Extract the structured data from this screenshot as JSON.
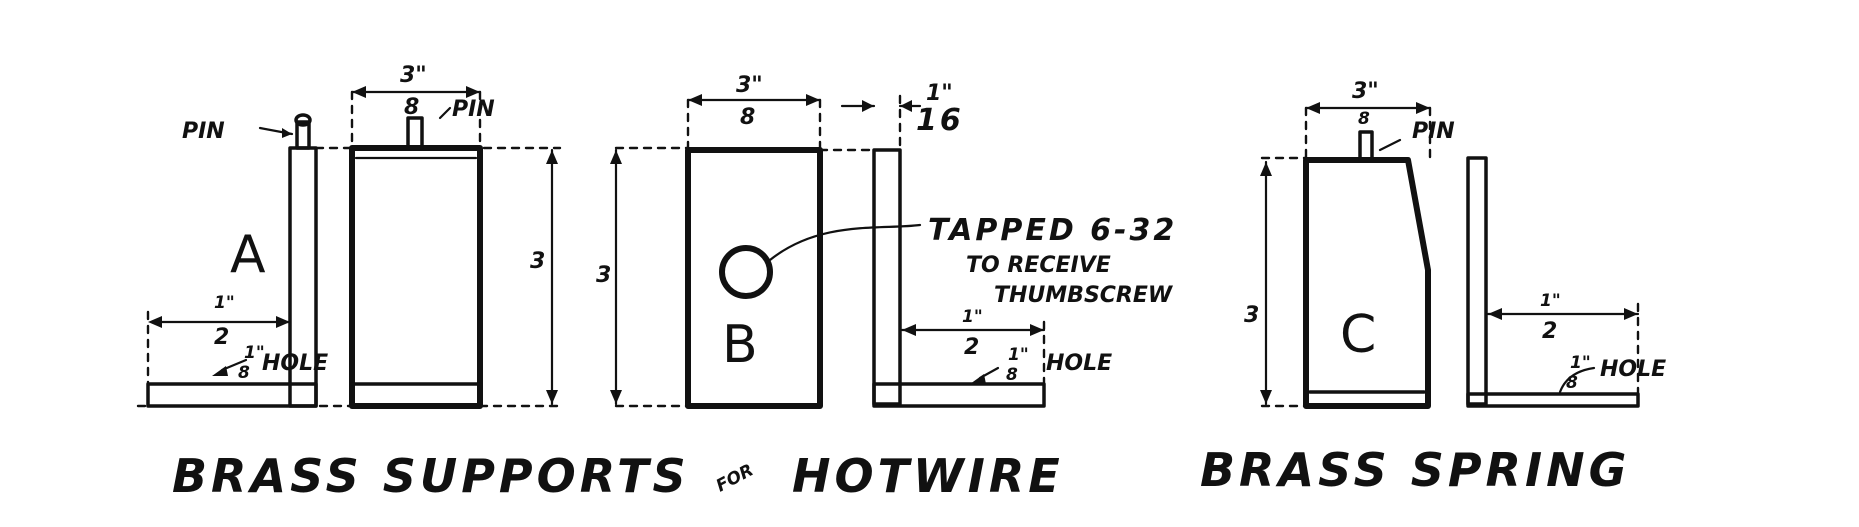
{
  "labels": {
    "pin": "PIN",
    "part_a": "A",
    "part_b": "B",
    "part_c": "C",
    "half": "1\"",
    "half_den": "2",
    "one": "1\"",
    "eighth_den": "8",
    "hole": "HOLE",
    "three": "3\"",
    "sixteenth": "1\"",
    "sixteenth_den": "16",
    "three_eighths_b": "3\"",
    "tapped": "TAPPED  6-32",
    "to_receive": "TO RECEIVE",
    "thumbscrew": "THUMBSCREW",
    "dim_v_a": "3",
    "dim_v_b": "3",
    "dim_v_c": "3"
  },
  "captions": {
    "brass_supports": "BRASS  SUPPORTS",
    "for": "FOR",
    "hotwire": "HOTWIRE",
    "brass_spring": "BRASS  SPRING"
  }
}
